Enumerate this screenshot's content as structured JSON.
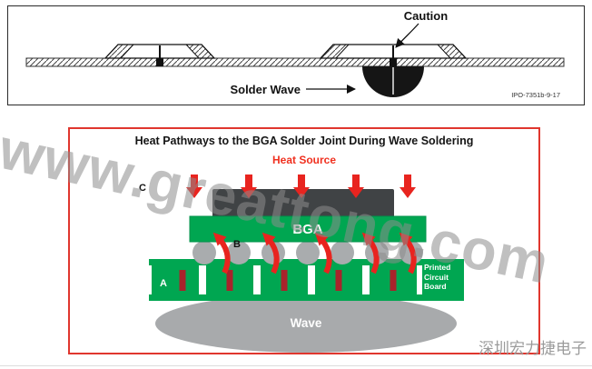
{
  "page": {
    "watermark": "www.greattong.com",
    "brand_caption": "深圳宏力捷电子"
  },
  "top_figure": {
    "caution_label": "Caution",
    "solder_wave_label": "Solder Wave",
    "figure_number": "IPO-7351b-9-17"
  },
  "bottom_figure": {
    "title": "Heat Pathways to the BGA Solder Joint During Wave Soldering",
    "heat_source_label": "Heat Source",
    "bga_label": "BGA",
    "wave_label": "Wave",
    "pcb_label": "Printed Circuit Board",
    "label_a": "A",
    "label_b": "B",
    "label_c": "C"
  },
  "colors": {
    "accent_red": "#e8241f",
    "heat_source_red": "#f0301f",
    "pcb_green": "#00a651",
    "via_red": "#a8232b",
    "component_dark": "#404345",
    "solder_gray": "#a9acae",
    "wave_gray": "#a8aaac",
    "figure_border_red": "#e0362e"
  }
}
